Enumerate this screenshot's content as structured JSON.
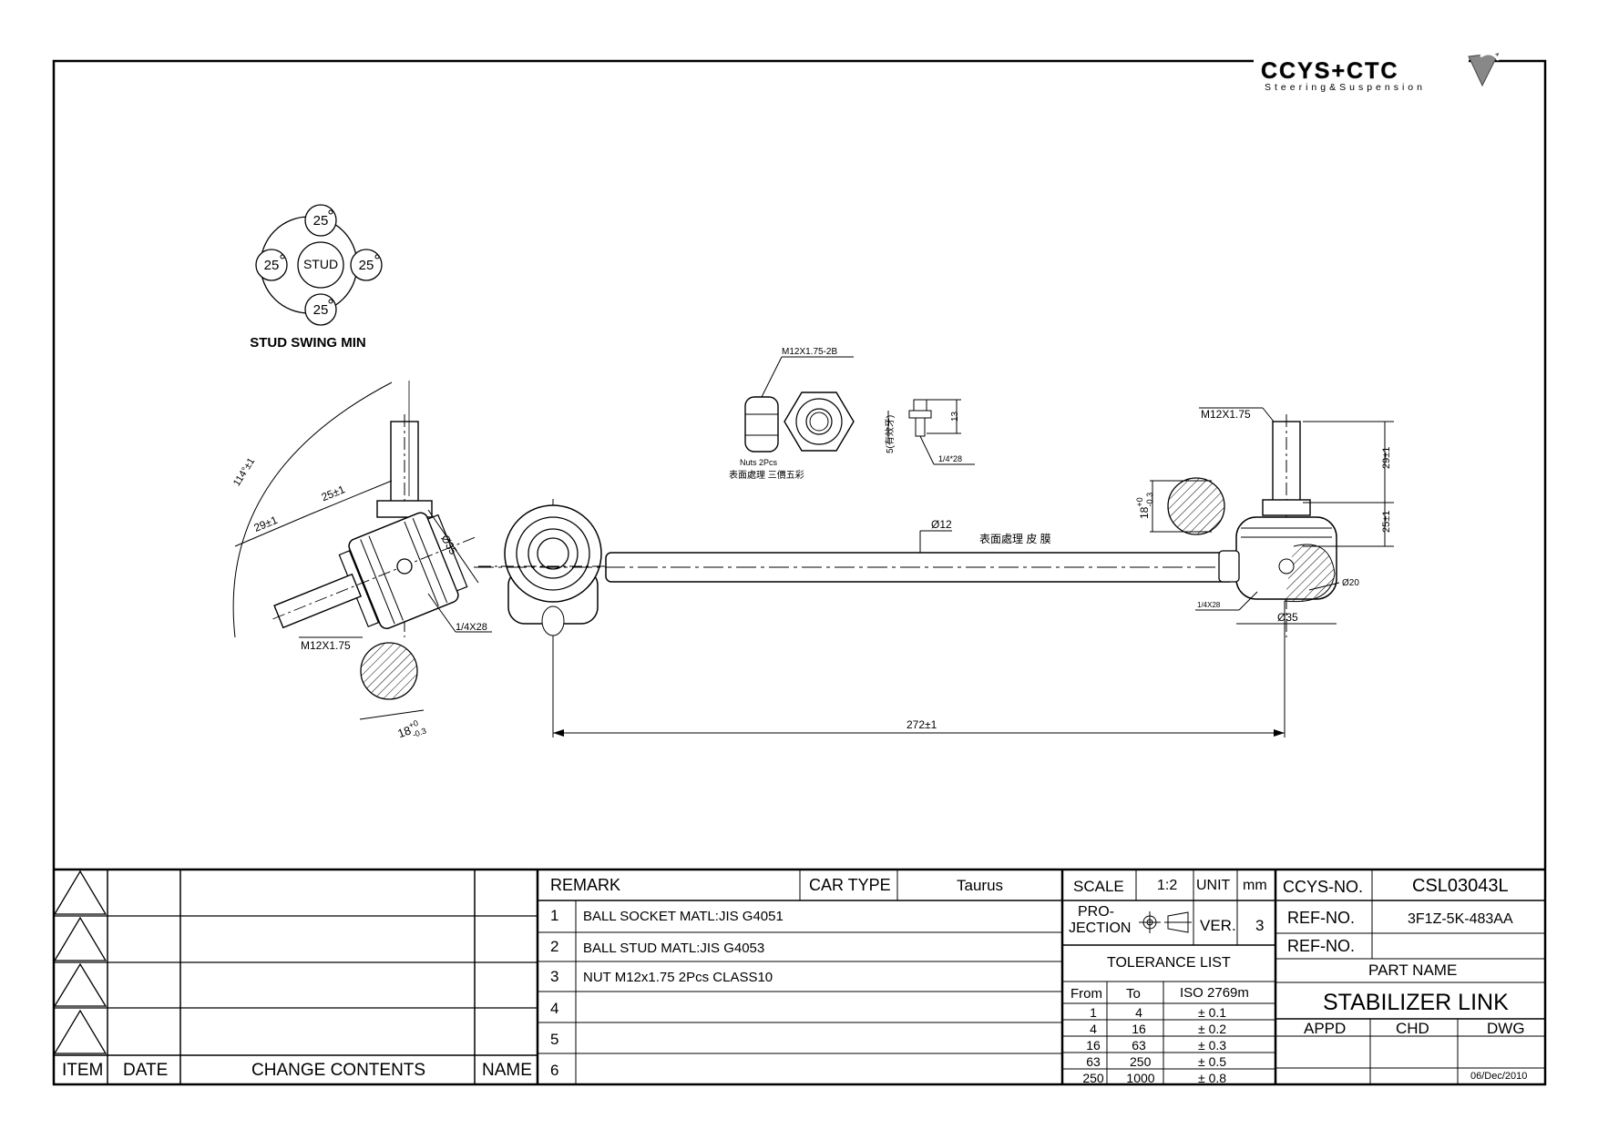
{
  "logo": {
    "brand": "CCYS+CTC",
    "tagline": "Steering&Suspension"
  },
  "drawing": {
    "swing": {
      "angles": [
        "25",
        "25",
        "25",
        "25"
      ],
      "center_label": "STUD",
      "caption": "STUD SWING MIN"
    },
    "left_end": {
      "dim_114": "114°±1",
      "dim_29": "29±1",
      "dim_25": "25±1",
      "dim_d35": "Ø35",
      "thread": "M12X1.75",
      "grease": "1/4X28",
      "hex_tol_main": "18",
      "hex_tol_sup": "+0",
      "hex_tol_sub": "-0.3"
    },
    "nut": {
      "thread": "M12X1.75-2B",
      "qty": "Nuts 2Pcs",
      "finish": "表面處理 三價五彩"
    },
    "fitting": {
      "dim_13": "13",
      "dim_5": "5(有效牙)",
      "thread": "1/4*28"
    },
    "rod": {
      "dia": "Ø12",
      "finish": "表面處理 皮 膜",
      "length": "272±1"
    },
    "right_end": {
      "thread": "M12X1.75",
      "dim_29": "29±1",
      "dim_25": "25±1",
      "dim_d20": "Ø20",
      "dim_d35": "Ø35",
      "grease": "1/4X28",
      "hex_tol_main": "18",
      "hex_tol_sup": "+0",
      "hex_tol_sub": "-0.3"
    }
  },
  "revision": {
    "headers": {
      "item": "ITEM",
      "date": "DATE",
      "contents": "CHANGE CONTENTS",
      "name": "NAME"
    }
  },
  "remarks": {
    "header": "REMARK",
    "car_type_label": "CAR TYPE",
    "car_type": "Taurus",
    "rows": [
      {
        "no": "1",
        "text": "BALL SOCKET MATL:JIS G4051"
      },
      {
        "no": "2",
        "text": "BALL STUD MATL:JIS G4053"
      },
      {
        "no": "3",
        "text": "NUT M12x1.75 2Pcs CLASS10"
      },
      {
        "no": "4",
        "text": ""
      },
      {
        "no": "5",
        "text": ""
      },
      {
        "no": "6",
        "text": ""
      }
    ]
  },
  "spec": {
    "scale_label": "SCALE",
    "scale": "1:2",
    "unit_label": "UNIT",
    "unit": "mm",
    "projection_label_1": "PRO-",
    "projection_label_2": "JECTION",
    "ver_label": "VER.",
    "ver": "3",
    "tolerance_title": "TOLERANCE LIST",
    "tolerance_headers": {
      "from": "From",
      "to": "To",
      "iso": "ISO 2769m"
    },
    "tolerance_rows": [
      {
        "from": "1",
        "to": "4",
        "tol": "± 0.1"
      },
      {
        "from": "4",
        "to": "16",
        "tol": "± 0.2"
      },
      {
        "from": "16",
        "to": "63",
        "tol": "± 0.3"
      },
      {
        "from": "63",
        "to": "250",
        "tol": "± 0.5"
      },
      {
        "from": "250",
        "to": "1000",
        "tol": "± 0.8"
      }
    ]
  },
  "title_block": {
    "ccys_no_label": "CCYS-NO.",
    "ccys_no": "CSL03043L",
    "ref_no_label": "REF-NO.",
    "ref_no": "3F1Z-5K-483AA",
    "ref_no2_label": "REF-NO.",
    "ref_no2": "",
    "part_name_label": "PART NAME",
    "part_name": "STABILIZER LINK",
    "appd": "APPD",
    "chd": "CHD",
    "dwg": "DWG",
    "date": "06/Dec/2010"
  }
}
